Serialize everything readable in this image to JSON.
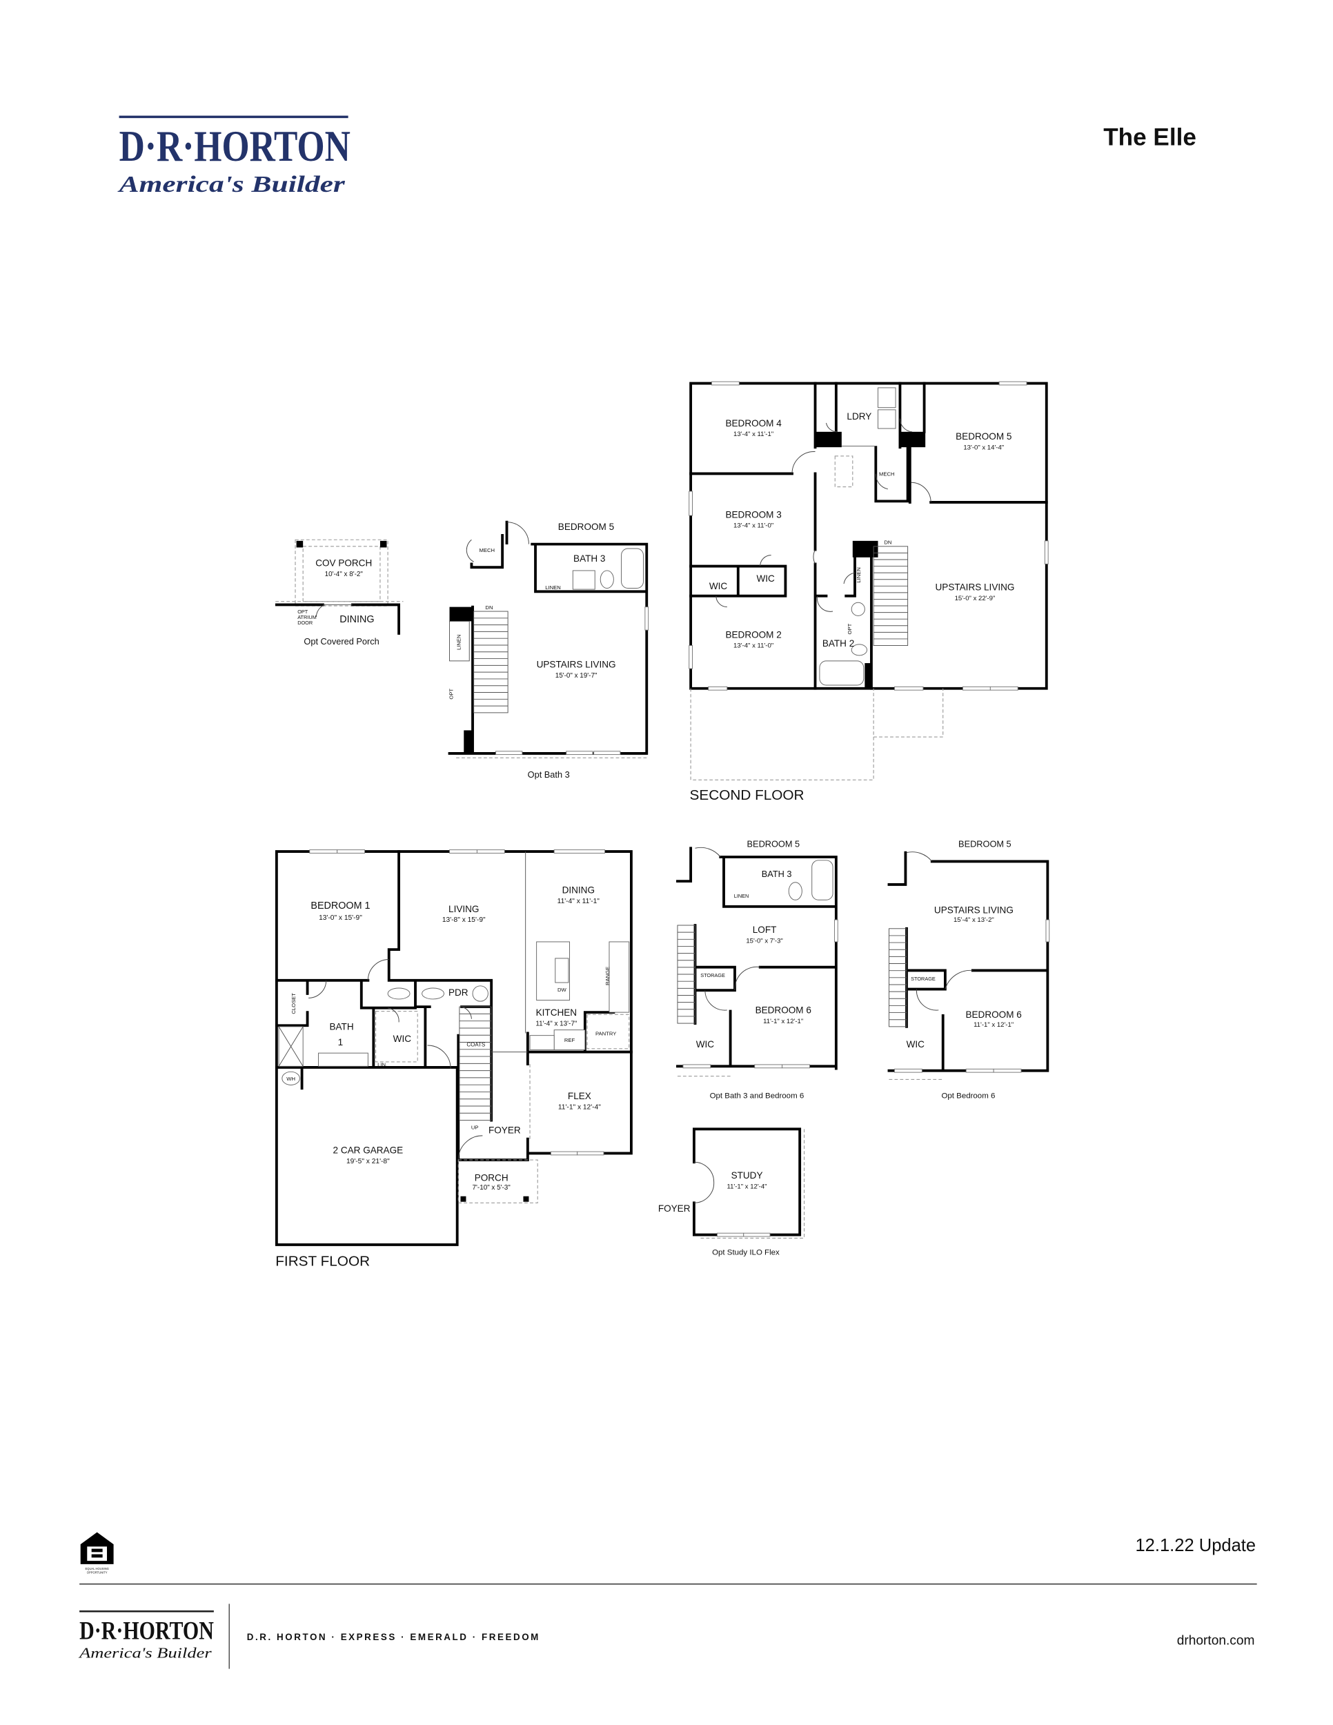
{
  "header": {
    "brand": "D·R·HORTON",
    "tagline": "America's Builder",
    "plan_name": "The Elle",
    "brand_color": "#23336a"
  },
  "opt_covered_porch": {
    "cov_porch": "COV PORCH",
    "cov_porch_dim": "10'-4\" x 8'-2\"",
    "opt": "OPT",
    "atrium": "ATRIUM",
    "door": "DOOR",
    "dining": "DINING",
    "caption": "Opt Covered Porch"
  },
  "opt_bath3": {
    "bedroom5": "BEDROOM 5",
    "mech": "MECH",
    "bath3": "BATH 3",
    "linen": "LINEN",
    "linen_closet": "LINEN",
    "dn": "DN",
    "opt": "OPT",
    "upstairs_living": "UPSTAIRS LIVING",
    "upstairs_living_dim": "15'-0\" x 19'-7\"",
    "caption": "Opt Bath 3"
  },
  "second_floor": {
    "title": "SECOND FLOOR",
    "bedroom4": "BEDROOM 4",
    "bedroom4_dim": "13'-4\" x 11'-1\"",
    "ldry": "LDRY",
    "bedroom5": "BEDROOM 5",
    "bedroom5_dim": "13'-0\" x 14'-4\"",
    "mech": "MECH",
    "bedroom3": "BEDROOM 3",
    "bedroom3_dim": "13'-4\" x 11'-0\"",
    "wic1": "WIC",
    "wic2": "WIC",
    "bedroom2": "BEDROOM 2",
    "bedroom2_dim": "13'-4\" x 11'-0\"",
    "bath2": "BATH 2",
    "linen": "LINEN",
    "opt": "OPT",
    "dn": "DN",
    "upstairs_living": "UPSTAIRS LIVING",
    "upstairs_living_dim": "15'-0\" x 22'-9\""
  },
  "first_floor": {
    "title": "FIRST FLOOR",
    "bedroom1": "BEDROOM 1",
    "bedroom1_dim": "13'-0\" x 15'-9\"",
    "living": "LIVING",
    "living_dim": "13'-8\" x 15'-9\"",
    "dining": "DINING",
    "dining_dim": "11'-4\" x 11'-1\"",
    "pdr": "PDR",
    "closet": "CLOSET",
    "bath1": "BATH",
    "bath1_num": "1",
    "wic": "WIC",
    "lin": "LIN.",
    "coats": "COATS",
    "dw": "DW",
    "range": "RANGE",
    "kitchen": "KITCHEN",
    "kitchen_dim": "11'-4\" x 13'-7\"",
    "ref": "REF",
    "pantry": "PANTRY",
    "wh": "WH",
    "flex": "FLEX",
    "flex_dim": "11'-1\" x 12'-4\"",
    "up": "UP",
    "foyer": "FOYER",
    "garage": "2 CAR GARAGE",
    "garage_dim": "19'-5\" x 21'-8\"",
    "porch": "PORCH",
    "porch_dim": "7'-10\" x 5'-3\""
  },
  "opt_bath3_bed6": {
    "bedroom5": "BEDROOM 5",
    "bath3": "BATH 3",
    "linen": "LINEN",
    "loft": "LOFT",
    "loft_dim": "15'-0\" x 7'-3\"",
    "storage": "STORAGE",
    "bedroom6": "BEDROOM 6",
    "bedroom6_dim": "11'-1\" x 12'-1\"",
    "wic": "WIC",
    "caption": "Opt Bath 3 and Bedroom 6"
  },
  "opt_bed6": {
    "bedroom5": "BEDROOM 5",
    "upstairs_living": "UPSTAIRS LIVING",
    "upstairs_living_dim": "15'-4\" x 13'-2\"",
    "storage": "STORAGE",
    "bedroom6": "BEDROOM 6",
    "bedroom6_dim": "11'-1\" x 12'-1\"",
    "wic": "WIC",
    "caption": "Opt Bedroom 6"
  },
  "opt_study": {
    "study": "STUDY",
    "study_dim": "11'-1\" x 12'-4\"",
    "foyer": "FOYER",
    "caption": "Opt Study ILO Flex"
  },
  "footer": {
    "eho_line1": "EQUAL HOUSING",
    "eho_line2": "OPPORTUNITY",
    "eho_icon": "equal-housing-house-icon",
    "update": "12.1.22 Update",
    "brand": "D·R·HORTON",
    "tagline": "America's Builder",
    "brands": "D.R. HORTON · EXPRESS · EMERALD · FREEDOM",
    "website": "drhorton.com"
  }
}
